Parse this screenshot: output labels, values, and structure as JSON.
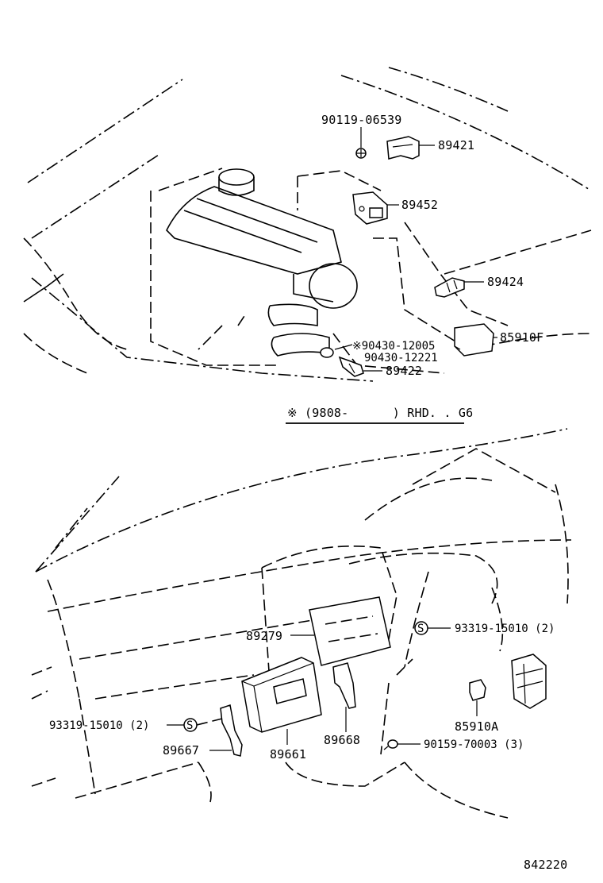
{
  "engine_section": {
    "part_labels": [
      {
        "id": "screw",
        "text": "90119-06539"
      },
      {
        "id": "sensor_bracket",
        "text": "89421"
      },
      {
        "id": "vacuum_sensor",
        "text": "89452"
      },
      {
        "id": "temp_sensor",
        "text": "89424"
      },
      {
        "id": "relay",
        "text": "85910F"
      },
      {
        "id": "gasket_a",
        "text": "※90430-12005"
      },
      {
        "id": "gasket_b",
        "text": "90430-12221"
      },
      {
        "id": "oil_sensor",
        "text": "89422"
      }
    ]
  },
  "note": "※ (9808-      ) RHD. . G6",
  "dash_section": {
    "part_labels": [
      {
        "id": "ecu_cover",
        "text": "89279"
      },
      {
        "id": "s_nut_right",
        "text": "93319-15010 (2)"
      },
      {
        "id": "s_nut_left",
        "text": "93319-15010 (2)"
      },
      {
        "id": "bracket_left",
        "text": "89667"
      },
      {
        "id": "ecu",
        "text": "89661"
      },
      {
        "id": "bracket_right",
        "text": "89668"
      },
      {
        "id": "relay_dash",
        "text": "85910A"
      },
      {
        "id": "bolt",
        "text": "90159-70003 (3)"
      }
    ],
    "s_symbol": "S"
  },
  "figure_number": "842220"
}
